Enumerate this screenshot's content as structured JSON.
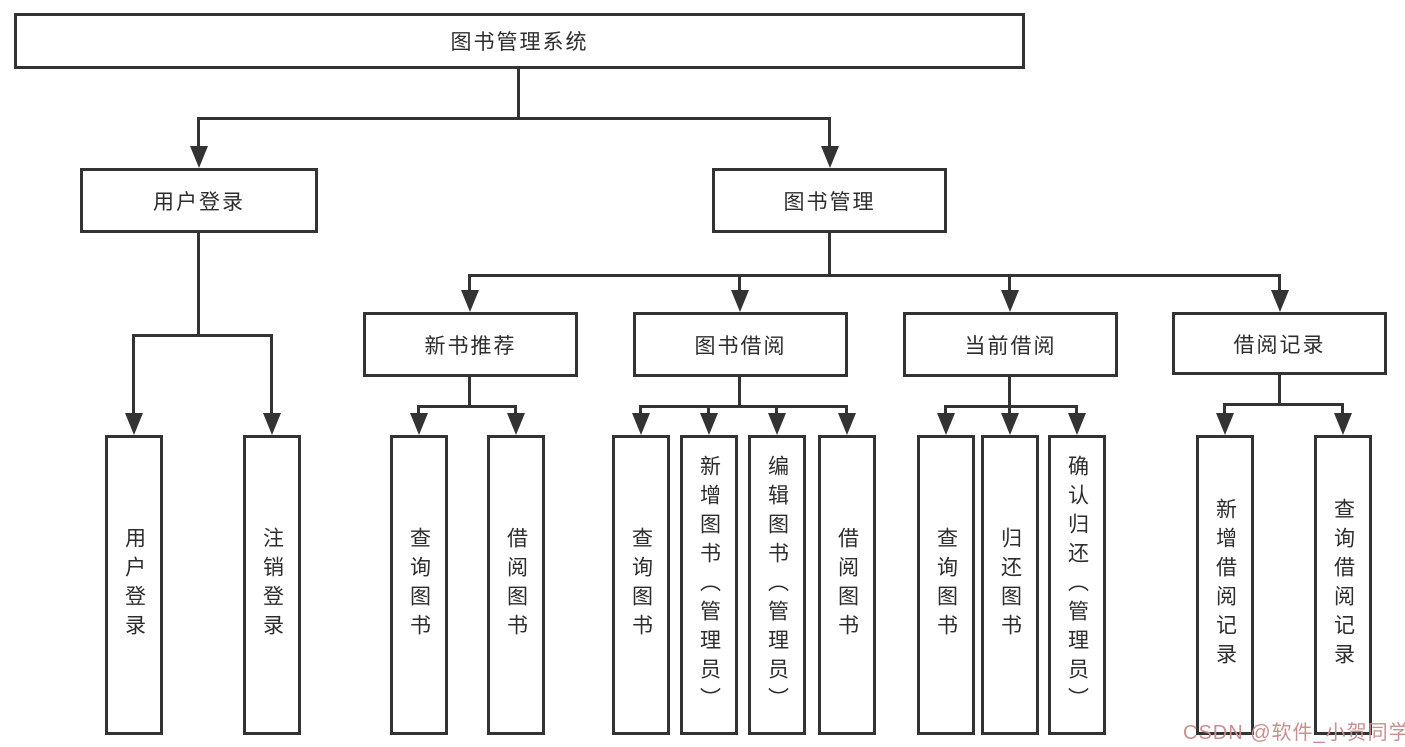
{
  "colors": {
    "line": "#333333",
    "text": "#2d2d2d",
    "background": "#ffffff",
    "watermark": "#c98f8f"
  },
  "tree": {
    "root": {
      "label": "图书管理系统"
    },
    "level2": [
      {
        "id": "user-login",
        "label": "用户登录"
      },
      {
        "id": "book-management",
        "label": "图书管理"
      }
    ],
    "level3": [
      {
        "id": "new-book-recommend",
        "label": "新书推荐",
        "parent": "book-management"
      },
      {
        "id": "book-borrow",
        "label": "图书借阅",
        "parent": "book-management"
      },
      {
        "id": "current-borrow",
        "label": "当前借阅",
        "parent": "book-management"
      },
      {
        "id": "borrow-records",
        "label": "借阅记录",
        "parent": "book-management"
      }
    ],
    "level4": [
      {
        "label": "用户登录",
        "parent": "user-login"
      },
      {
        "label": "注销登录",
        "parent": "user-login"
      },
      {
        "label": "查询图书",
        "parent": "new-book-recommend"
      },
      {
        "label": "借阅图书",
        "parent": "new-book-recommend"
      },
      {
        "label": "查询图书",
        "parent": "book-borrow"
      },
      {
        "label": "新增图书（管理员）",
        "parent": "book-borrow"
      },
      {
        "label": "编辑图书（管理员）",
        "parent": "book-borrow"
      },
      {
        "label": "借阅图书",
        "parent": "book-borrow"
      },
      {
        "label": "查询图书",
        "parent": "current-borrow"
      },
      {
        "label": "归还图书",
        "parent": "current-borrow"
      },
      {
        "label": "确认归还（管理员）",
        "parent": "current-borrow"
      },
      {
        "label": "新增借阅记录",
        "parent": "borrow-records"
      },
      {
        "label": "查询借阅记录",
        "parent": "borrow-records"
      }
    ]
  },
  "watermark": {
    "text": "CSDN @软件_小贺同学"
  }
}
